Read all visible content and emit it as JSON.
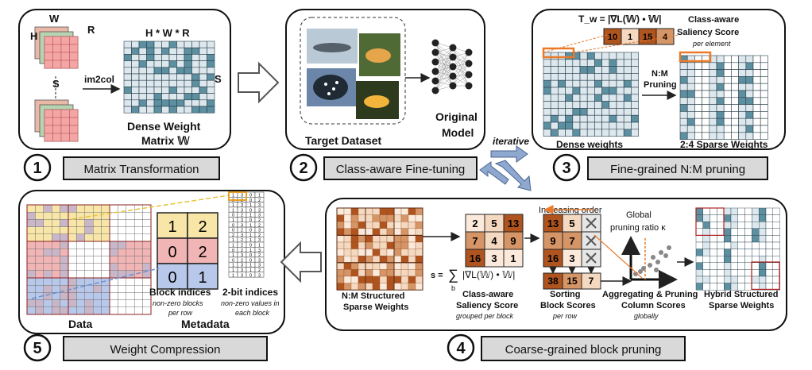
{
  "panel1": {
    "dim_w": "W",
    "dim_h": "H",
    "dim_r": "R",
    "dim_s": "S",
    "op": "im2col",
    "matrix_header": "H * W * R",
    "matrix_side": "S",
    "caption_line1": "Dense Weight",
    "caption_line2": "Matrix 𝕎",
    "step": "1",
    "label": "Matrix Transformation"
  },
  "panel2": {
    "dataset_caption": "Target Dataset",
    "model_line1": "Original",
    "model_line2": "Model",
    "step": "2",
    "label": "Class-aware Fine-tuning"
  },
  "panel3": {
    "formula": "T_w = |∇L(𝕎) • 𝕎|",
    "scores": [
      "10",
      "1",
      "15",
      "4"
    ],
    "saliency_line1": "Class-aware",
    "saliency_line2": "Saliency Score",
    "saliency_note": "per element",
    "op_line1": "N:M",
    "op_line2": "Pruning",
    "dense_caption": "Dense weights",
    "sparse_caption": "2:4 Sparse Weights",
    "step": "3",
    "label": "Fine-grained N:M pruning"
  },
  "iterative": "iterative",
  "panel4": {
    "nm_caption_line1": "N:M Structured",
    "nm_caption_line2": "Sparse Weights",
    "grid_a": [
      [
        "2",
        "5",
        "13"
      ],
      [
        "7",
        "4",
        "9"
      ],
      [
        "16",
        "3",
        "1"
      ]
    ],
    "grid_b": [
      [
        "13",
        "5",
        ""
      ],
      [
        "9",
        "7",
        ""
      ],
      [
        "16",
        "3",
        ""
      ]
    ],
    "sums": [
      "38",
      "15",
      "7"
    ],
    "increasing": "Increasing order",
    "formula_lhs": "s =",
    "formula_sum": "∑",
    "formula_sub": "b",
    "formula_rhs": "|∇L(𝕎) • 𝕎|",
    "saliency_line1": "Class-aware",
    "saliency_line2": "Saliency Score",
    "saliency_note": "grouped per block",
    "sort_line1": "Sorting",
    "sort_line2": "Block Scores",
    "sort_note": "per row",
    "global_line1": "Global",
    "global_line2": "pruning ratio κ",
    "agg_line1": "Aggregating & Pruning",
    "agg_line2": "Column Scores",
    "agg_note": "globally",
    "hybrid_line1": "Hybrid Structured",
    "hybrid_line2": "Sparse Weights",
    "step": "4",
    "label": "Coarse-grained block pruning"
  },
  "panel5": {
    "block_values": [
      [
        "1",
        "2"
      ],
      [
        "0",
        "2"
      ],
      [
        "0",
        "1"
      ]
    ],
    "block_caption": "Block indices",
    "block_note_line1": "non-zero blocks",
    "block_note_line2": "per row",
    "bit_rows": [
      "1 3 0 1",
      "0 2 0 2",
      "1 3 1 3",
      "1 3 0 3",
      "0 2 1 3",
      "1 3 0 2",
      "0 3 1 2",
      "0 2 0 3",
      "2 3 1 2",
      "1 2 1 3",
      "1 2 0 1",
      "0 2 1 3",
      "1 3 0 2",
      "0 2 0 3",
      "1 3 1 3",
      "1 3 1 2",
      "1 3 0 3"
    ],
    "bit_caption": "2-bit indices",
    "bit_note_line1": "non-zero values in",
    "bit_note_line2": "each block",
    "data_caption": "Data",
    "meta_caption": "Metadata",
    "step": "5",
    "label": "Weight Compression"
  },
  "colors": {
    "cell_dark": "#5c8fa0",
    "cell_light": "#dde8ee",
    "orange": "#e97a2a",
    "brown_dark": "#b0541f",
    "brown_mid": "#d69566",
    "brown_light": "#f4d8c0",
    "yellow": "#f7e6a8",
    "pink": "#f2b5b5",
    "blue": "#b8c8ea",
    "label_bg": "#d9d9d9"
  }
}
